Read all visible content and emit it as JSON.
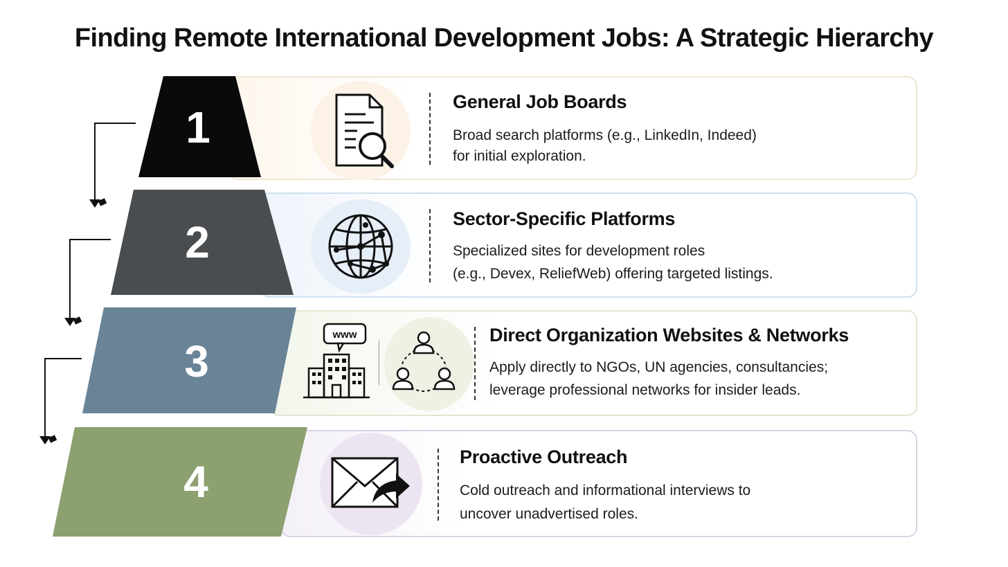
{
  "title": "Finding Remote International Development Jobs: A Strategic Hierarchy",
  "colors": {
    "tier1": "#0a0a0a",
    "tier2": "#4a4d50",
    "tier3": "#6a8497",
    "tier4": "#8ca070",
    "circle1": "#fcf2e6",
    "circle2": "#e6eef7",
    "circle3": "#eef2e4",
    "circle4": "#ece5f1"
  },
  "tiers": [
    {
      "number": "1",
      "title": "General Job Boards",
      "description_lines": [
        "Broad search platforms (e.g., LinkedIn, Indeed)",
        "for initial exploration."
      ],
      "icon": "document-search-icon"
    },
    {
      "number": "2",
      "title": "Sector-Specific Platforms",
      "description_lines": [
        "Specialized sites for development roles",
        "(e.g., Devex, ReliefWeb) offering targeted listings."
      ],
      "icon": "globe-network-icon"
    },
    {
      "number": "3",
      "title": "Direct Organization Websites & Networks",
      "description_lines": [
        "Apply directly to NGOs, UN agencies, consultancies;",
        "leverage professional networks for insider leads."
      ],
      "icon": "building-www-icon",
      "icon_secondary": "people-network-icon",
      "icon_label": "www"
    },
    {
      "number": "4",
      "title": "Proactive Outreach",
      "description_lines": [
        "Cold outreach and informational interviews to",
        "uncover unadvertised roles."
      ],
      "icon": "envelope-send-icon"
    }
  ]
}
